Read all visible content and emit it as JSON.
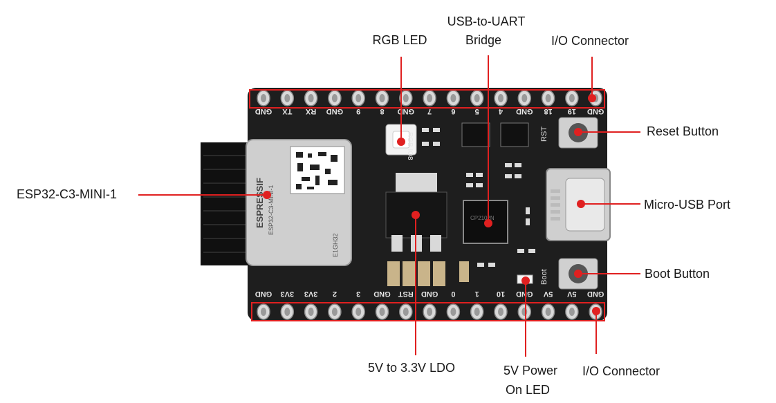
{
  "labels": {
    "rgb_led": "RGB LED",
    "usb_uart_line1": "USB-to-UART",
    "usb_uart_line2": "Bridge",
    "io_connector_top": "I/O Connector",
    "reset_button": "Reset Button",
    "module": "ESP32-C3-MINI-1",
    "micro_usb": "Micro-USB Port",
    "boot_button": "Boot Button",
    "ldo": "5V to 3.3V LDO",
    "power_led_line1": "5V Power",
    "power_led_line2": "On LED",
    "io_connector_bottom": "I/O Connector"
  },
  "board": {
    "top_pins": [
      "GND",
      "TX",
      "RX",
      "GND",
      "9",
      "8",
      "GND",
      "7",
      "6",
      "5",
      "4",
      "GND",
      "18",
      "19",
      "GND"
    ],
    "bottom_pins": [
      "GND",
      "3V3",
      "3V3",
      "2",
      "3",
      "GND",
      "RST",
      "GND",
      "0",
      "1",
      "10",
      "GND",
      "5V",
      "5V",
      "GND"
    ],
    "silk_rgb": "RGB IO8",
    "silk_rst": "RST",
    "silk_boot": "Boot",
    "module_brand": "ESPRESSIF",
    "module_model": "ESP32-C3-MINI-1",
    "module_code": "E1GH32",
    "bridge_chip_text": "CP2102N"
  },
  "colors": {
    "pcb": "#1e1e1e",
    "callout": "#e02020",
    "highlight": "#e02020",
    "pin": "#d9d9d9",
    "label_text": "#1a1a1a"
  }
}
